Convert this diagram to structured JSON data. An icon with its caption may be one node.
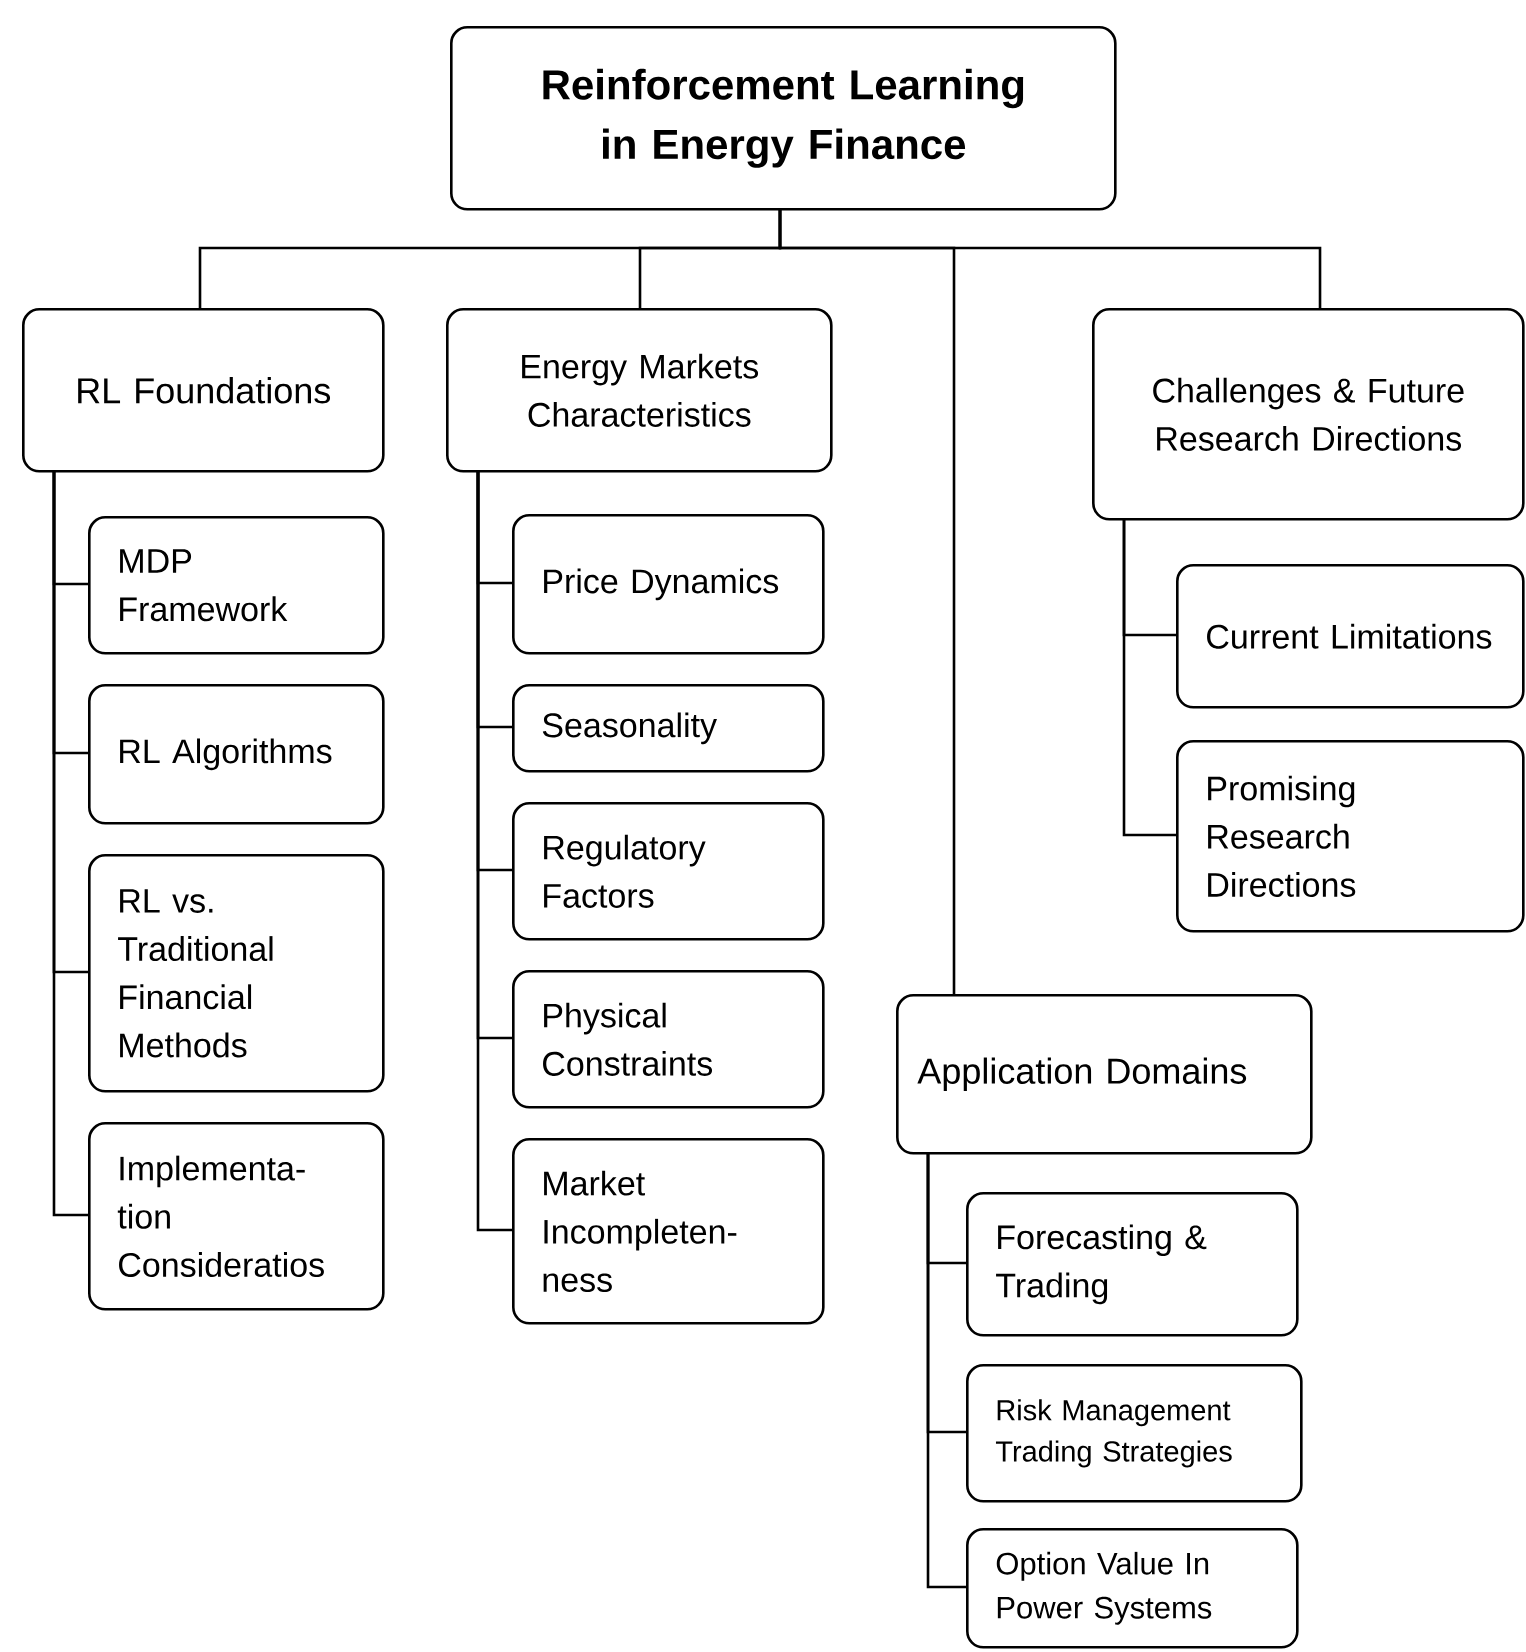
{
  "diagram": {
    "nodes": [
      {
        "text": [
          "Reinforcement Learning in Energy Finance"
        ]
      },
      {
        "text": [
          "RL Foundations"
        ]
      },
      {
        "text": [
          "MDP Framework"
        ]
      },
      {
        "text": [
          "RL Algorithms"
        ]
      },
      {
        "text": [
          "RL vs. Traditional Financial Methods"
        ]
      },
      {
        "text": [
          "Implementa- tion Consideratios"
        ]
      },
      {
        "text": [
          "Energy Markets Characteristics"
        ]
      },
      {
        "text": [
          "Price Dynamics"
        ]
      },
      {
        "text": [
          "Seasonality"
        ]
      },
      {
        "text": [
          "Regulatory Factors"
        ]
      },
      {
        "text": [
          "Physical Constraints"
        ]
      },
      {
        "text": [
          "Market Incompleten- ness"
        ]
      },
      {
        "text": [
          "Challenges & Future Research Directions"
        ]
      },
      {
        "text": [
          "Current Limitations"
        ]
      },
      {
        "text": [
          "Promising Research Directions"
        ]
      },
      {
        "text": [
          "Application Domains"
        ]
      },
      {
        "text": [
          "Forecasting & Trading"
        ]
      },
      {
        "text": [
          "Risk Management Trading Strategies"
        ]
      },
      {
        "text": [
          "Option Value In Power Systems"
        ]
      }
    ],
    "edges": [
      {
        "from": 0,
        "to": 1,
        "arrow": "none"
      },
      {
        "from": 0,
        "to": 6,
        "arrow": "none"
      },
      {
        "from": 0,
        "to": 15,
        "arrow": "none"
      },
      {
        "from": 0,
        "to": 12,
        "arrow": "none"
      },
      {
        "from": 1,
        "to": 2,
        "arrow": "none"
      },
      {
        "from": 1,
        "to": 3,
        "arrow": "none"
      },
      {
        "from": 1,
        "to": 4,
        "arrow": "none"
      },
      {
        "from": 1,
        "to": 5,
        "arrow": "none"
      },
      {
        "from": 6,
        "to": 7,
        "arrow": "none"
      },
      {
        "from": 6,
        "to": 8,
        "arrow": "none"
      },
      {
        "from": 6,
        "to": 9,
        "arrow": "none"
      },
      {
        "from": 6,
        "to": 10,
        "arrow": "none"
      },
      {
        "from": 6,
        "to": 11,
        "arrow": "none"
      },
      {
        "from": 12,
        "to": 13,
        "arrow": "none"
      },
      {
        "from": 12,
        "to": 14,
        "arrow": "none"
      },
      {
        "from": 15,
        "to": 16,
        "arrow": "none"
      },
      {
        "from": 15,
        "to": 17,
        "arrow": "none"
      },
      {
        "from": 15,
        "to": 18,
        "arrow": "none"
      }
    ]
  }
}
